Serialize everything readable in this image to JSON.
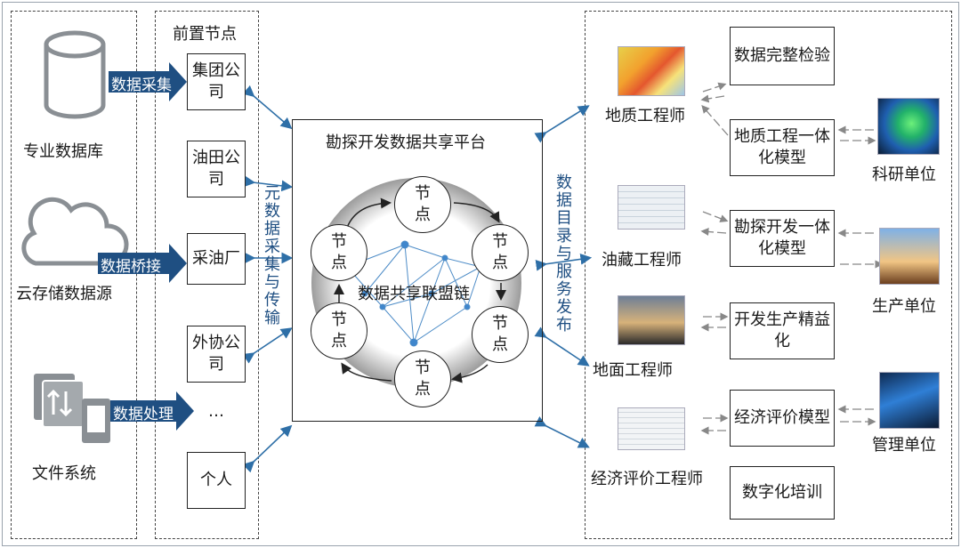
{
  "sources": {
    "db_label": "专业数据库",
    "cloud_label": "云存储数据源",
    "fs_label": "文件系统",
    "arrow_collect": "数据采集",
    "arrow_bridge": "数据桥接",
    "arrow_process": "数据处理"
  },
  "front": {
    "title": "前置节点",
    "nodes": [
      "集团公司",
      "油田公司",
      "采油厂",
      "外协公司",
      "…",
      "个人"
    ]
  },
  "collect_vertical": "元数据采集与传输",
  "platform": {
    "title": "勘探开发数据共享平台",
    "node_label": "节点",
    "chain_label": "数据共享联盟链"
  },
  "publish_vertical": "数据目录与服务发布",
  "engineers": [
    "地质工程师",
    "油藏工程师",
    "地面工程师",
    "经济评价工程师"
  ],
  "services": [
    "数据完整检验",
    "地质工程一体化模型",
    "勘探开发一体化模型",
    "开发生产精益化",
    "经济评价模型",
    "数字化培训"
  ],
  "units": [
    "科研单位",
    "生产单位",
    "管理单位"
  ],
  "colors": {
    "accent": "#1f4f82",
    "border": "#222222",
    "link": "#2e6fa7"
  }
}
